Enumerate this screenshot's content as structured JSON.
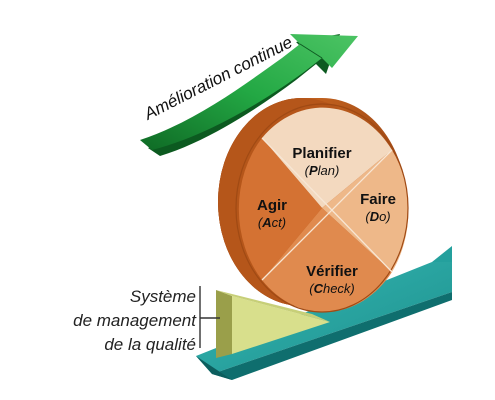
{
  "diagram": {
    "arrow_label": "Amélioration continue",
    "segments": {
      "plan": {
        "title": "Planifier",
        "sub_open": "(",
        "sub_cap": "P",
        "sub_rest": "lan)"
      },
      "do": {
        "title": "Faire",
        "sub_open": "(",
        "sub_cap": "D",
        "sub_rest": "o)"
      },
      "check": {
        "title": "Vérifier",
        "sub_open": "(",
        "sub_cap": "C",
        "sub_rest": "heck)"
      },
      "act": {
        "title": "Agir",
        "sub_open": "(",
        "sub_cap": "A",
        "sub_rest": "ct)"
      }
    },
    "side_label": {
      "line1": "Système",
      "line2": "de management",
      "line3": "de la qualité"
    }
  },
  "colors": {
    "arrow_green": "#1a9a3a",
    "arrow_dark": "#0c5a20",
    "wheel_side": "#b8581c",
    "plan_fill": "#f3d9bf",
    "do_fill": "#eeb889",
    "check_fill": "#e08a4e",
    "act_fill": "#d47233",
    "ramp_top": "#2aa8a6",
    "ramp_side": "#0f6e6e",
    "wedge_face": "#d8df8c",
    "wedge_side": "#9a9f4a"
  }
}
